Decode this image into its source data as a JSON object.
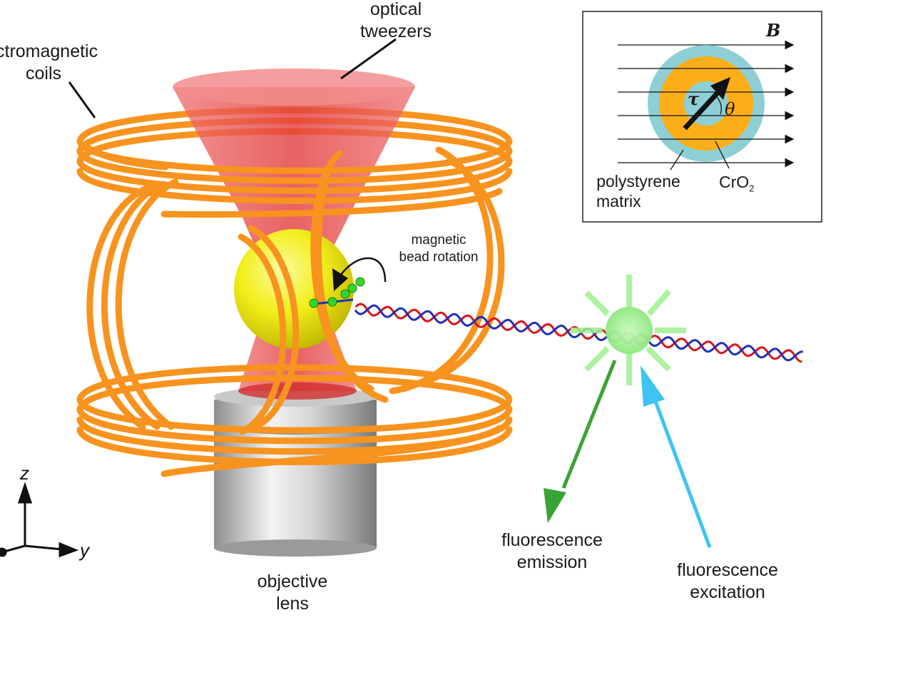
{
  "labels": {
    "coils": [
      "ctromagnetic",
      "coils"
    ],
    "tweezers": [
      "optical",
      "tweezers"
    ],
    "bead_rotation": [
      "magnetic",
      "bead rotation"
    ],
    "objective": [
      "objective",
      "lens"
    ],
    "emission": [
      "fluorescence",
      "emission"
    ],
    "excitation": [
      "fluorescence",
      "excitation"
    ]
  },
  "inset": {
    "field_symbol": "B",
    "torque_symbol": "τ",
    "angle_symbol": "θ",
    "matrix_label": [
      "polystyrene",
      "matrix"
    ],
    "core_label": "CrO",
    "core_subscript": "2"
  },
  "axes": {
    "z": "z",
    "y": "y"
  },
  "colors": {
    "coil": "#f7931e",
    "laser": "#e8393a",
    "bead": "#f2ee1a",
    "dna_strand_a": "#d9141b",
    "dna_strand_b": "#1f2fb6",
    "fluorophore": "#9ef08f",
    "emission_arrow": "#3aa335",
    "excitation_arrow": "#3ec3f2",
    "inset_shell": "#8ecfd6",
    "inset_core": "#fbae17"
  }
}
